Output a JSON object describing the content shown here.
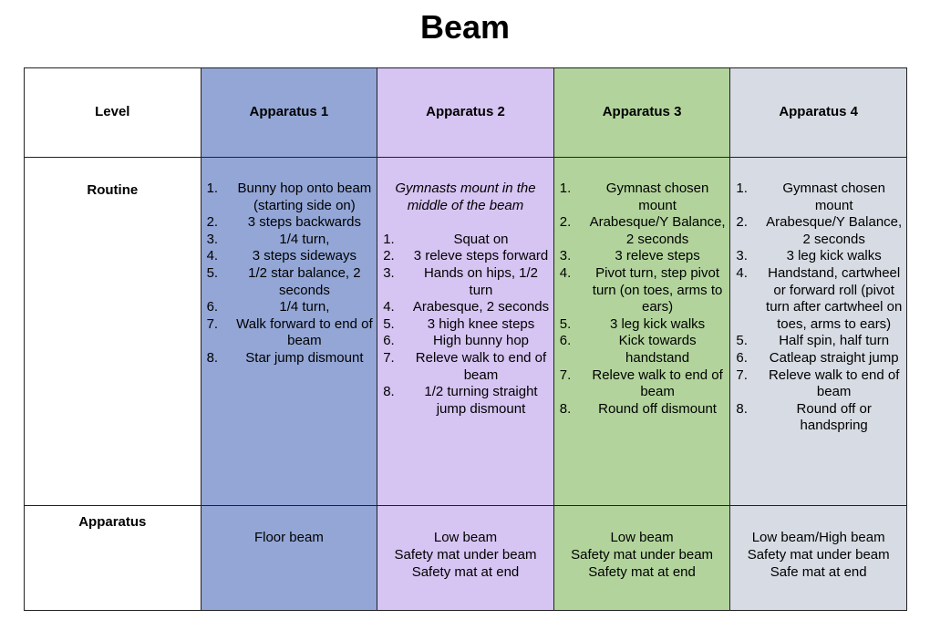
{
  "title": "Beam",
  "header": {
    "level": "Level",
    "apparatus": [
      "Apparatus 1",
      "Apparatus 2",
      "Apparatus 3",
      "Apparatus 4"
    ]
  },
  "colors": {
    "apparatus_1": "#93a6d6",
    "apparatus_2": "#d6c4f2",
    "apparatus_3": "#b2d49c",
    "apparatus_4": "#d7dbe3"
  },
  "routine_label": "Routine",
  "routines": [
    {
      "intro": "",
      "steps": [
        {
          "n": "1.",
          "t": "Bunny hop onto beam (starting side on)"
        },
        {
          "n": "2.",
          "t": "3 steps backwards"
        },
        {
          "n": "3.",
          "t": "1/4 turn,"
        },
        {
          "n": "4.",
          "t": "3 steps sideways"
        },
        {
          "n": "5.",
          "t": "1/2 star balance, 2 seconds"
        },
        {
          "n": "6.",
          "t": "1/4 turn,"
        },
        {
          "n": "7.",
          "t": "Walk forward to end of beam"
        },
        {
          "n": "8.",
          "t": "Star jump dismount"
        }
      ]
    },
    {
      "intro": "Gymnasts mount in the middle of the beam",
      "steps": [
        {
          "n": "1.",
          "t": "Squat on"
        },
        {
          "n": "2.",
          "t": "3 releve steps forward"
        },
        {
          "n": "3.",
          "t": "Hands on hips, 1/2 turn"
        },
        {
          "n": "4.",
          "t": "Arabesque, 2 seconds"
        },
        {
          "n": "5.",
          "t": "3 high knee steps"
        },
        {
          "n": "6.",
          "t": "High bunny hop"
        },
        {
          "n": "7.",
          "t": "Releve walk to end of beam"
        },
        {
          "n": "8.",
          "t": "1/2 turning straight jump dismount"
        }
      ]
    },
    {
      "intro": "",
      "steps": [
        {
          "n": "1.",
          "t": "Gymnast chosen mount"
        },
        {
          "n": "2.",
          "t": "Arabesque/Y Balance, 2 seconds"
        },
        {
          "n": "3.",
          "t": "3 releve steps"
        },
        {
          "n": "4.",
          "t": "Pivot turn, step pivot turn (on toes, arms to ears)"
        },
        {
          "n": "5.",
          "t": "3 leg kick walks"
        },
        {
          "n": "6.",
          "t": "Kick towards handstand"
        },
        {
          "n": "7.",
          "t": "Releve walk to end of beam"
        },
        {
          "n": "8.",
          "t": "Round off dismount"
        }
      ]
    },
    {
      "intro": "",
      "steps": [
        {
          "n": "1.",
          "t": "Gymnast chosen mount"
        },
        {
          "n": "2.",
          "t": "Arabesque/Y Balance, 2 seconds"
        },
        {
          "n": "3.",
          "t": "3 leg kick walks"
        },
        {
          "n": "4.",
          "t": "Handstand, cartwheel or forward roll (pivot turn after cartwheel on toes, arms to ears)"
        },
        {
          "n": "5.",
          "t": "Half spin, half turn"
        },
        {
          "n": "6.",
          "t": "Catleap straight jump"
        },
        {
          "n": "7.",
          "t": "Releve walk to end of beam"
        },
        {
          "n": "8.",
          "t": "Round off or handspring"
        }
      ]
    }
  ],
  "apparatus_label": "Apparatus",
  "apparatus_items": [
    [
      "Floor beam"
    ],
    [
      "Low beam",
      "Safety mat under beam",
      "Safety mat at end"
    ],
    [
      "Low beam",
      "Safety mat under beam",
      "Safety mat at end"
    ],
    [
      "Low beam/High beam",
      "Safety mat under beam",
      "Safe mat at end"
    ]
  ]
}
